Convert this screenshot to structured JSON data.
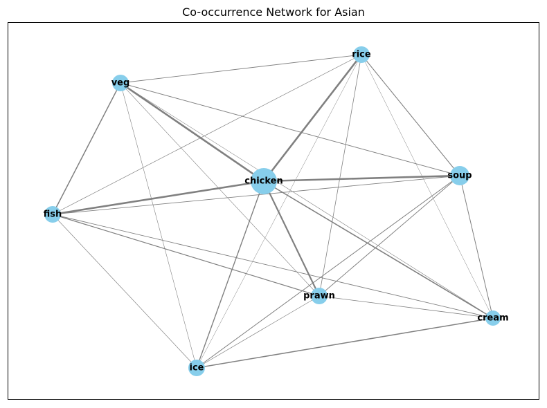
{
  "title": "Co-occurrence Network for Asian",
  "colors": {
    "node": "#87CEEB",
    "edge": "#808080"
  },
  "nodes": [
    {
      "id": "chicken",
      "label": "chicken"
    },
    {
      "id": "rice",
      "label": "rice"
    },
    {
      "id": "veg",
      "label": "veg"
    },
    {
      "id": "soup",
      "label": "soup"
    },
    {
      "id": "fish",
      "label": "fish"
    },
    {
      "id": "prawn",
      "label": "prawn"
    },
    {
      "id": "cream",
      "label": "cream"
    },
    {
      "id": "ice",
      "label": "ice"
    }
  ],
  "edges": [
    {
      "source": "chicken",
      "target": "rice"
    },
    {
      "source": "chicken",
      "target": "veg"
    },
    {
      "source": "chicken",
      "target": "soup"
    },
    {
      "source": "chicken",
      "target": "fish"
    },
    {
      "source": "chicken",
      "target": "prawn"
    },
    {
      "source": "chicken",
      "target": "cream"
    },
    {
      "source": "chicken",
      "target": "ice"
    },
    {
      "source": "rice",
      "target": "veg"
    },
    {
      "source": "rice",
      "target": "soup"
    },
    {
      "source": "rice",
      "target": "fish"
    },
    {
      "source": "rice",
      "target": "prawn"
    },
    {
      "source": "rice",
      "target": "cream"
    },
    {
      "source": "rice",
      "target": "ice"
    },
    {
      "source": "veg",
      "target": "soup"
    },
    {
      "source": "veg",
      "target": "fish"
    },
    {
      "source": "veg",
      "target": "prawn"
    },
    {
      "source": "veg",
      "target": "cream"
    },
    {
      "source": "veg",
      "target": "ice"
    },
    {
      "source": "soup",
      "target": "fish"
    },
    {
      "source": "soup",
      "target": "prawn"
    },
    {
      "source": "soup",
      "target": "cream"
    },
    {
      "source": "soup",
      "target": "ice"
    },
    {
      "source": "fish",
      "target": "prawn"
    },
    {
      "source": "fish",
      "target": "cream"
    },
    {
      "source": "fish",
      "target": "ice"
    },
    {
      "source": "prawn",
      "target": "cream"
    },
    {
      "source": "prawn",
      "target": "ice"
    },
    {
      "source": "cream",
      "target": "ice"
    }
  ]
}
